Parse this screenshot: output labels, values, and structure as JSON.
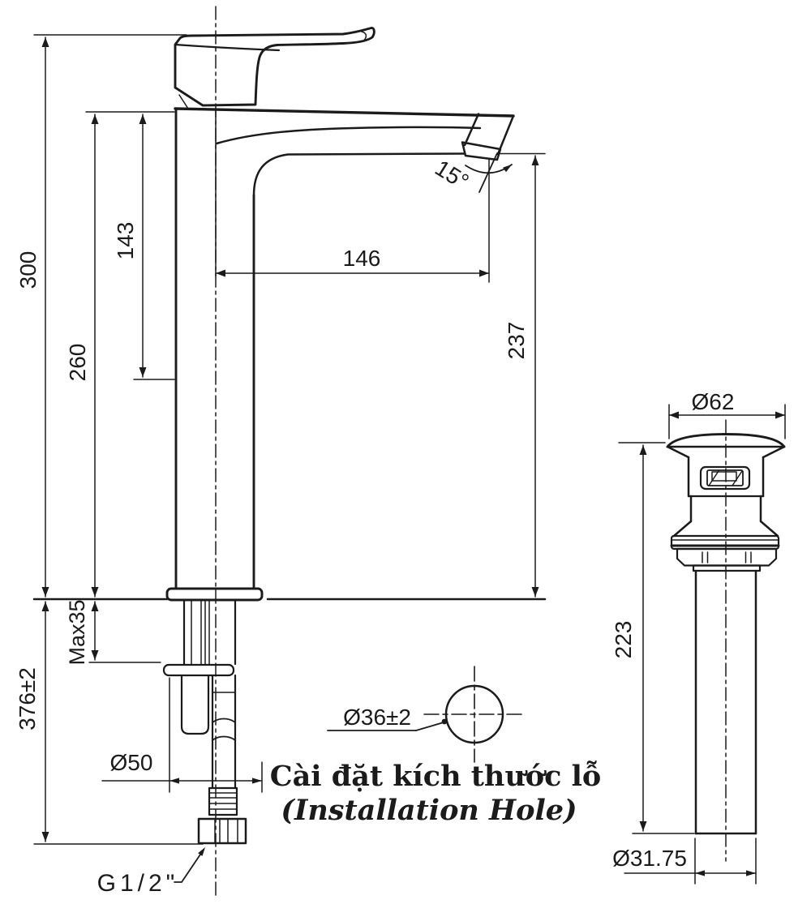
{
  "colors": {
    "ink": "#1b1b1b",
    "paper": "#ffffff"
  },
  "faucet_view": {
    "height_above_counter": "300",
    "body_height": "260",
    "upper_body_height": "143",
    "spout_reach": "146",
    "outlet_height": "237",
    "outlet_angle": "15°",
    "max_counter_thickness": "Max35",
    "height_with_supply": "376±2",
    "base_diameter": "Ø50",
    "supply_thread": "G1/2\""
  },
  "installation_hole": {
    "diameter": "Ø36±2",
    "caption_vi": "Cài đặt kích thước lỗ",
    "caption_en": "(Installation Hole)"
  },
  "drain_view": {
    "flange_diameter": "Ø62",
    "body_length": "223",
    "tailpipe_diameter": "Ø31.75"
  }
}
